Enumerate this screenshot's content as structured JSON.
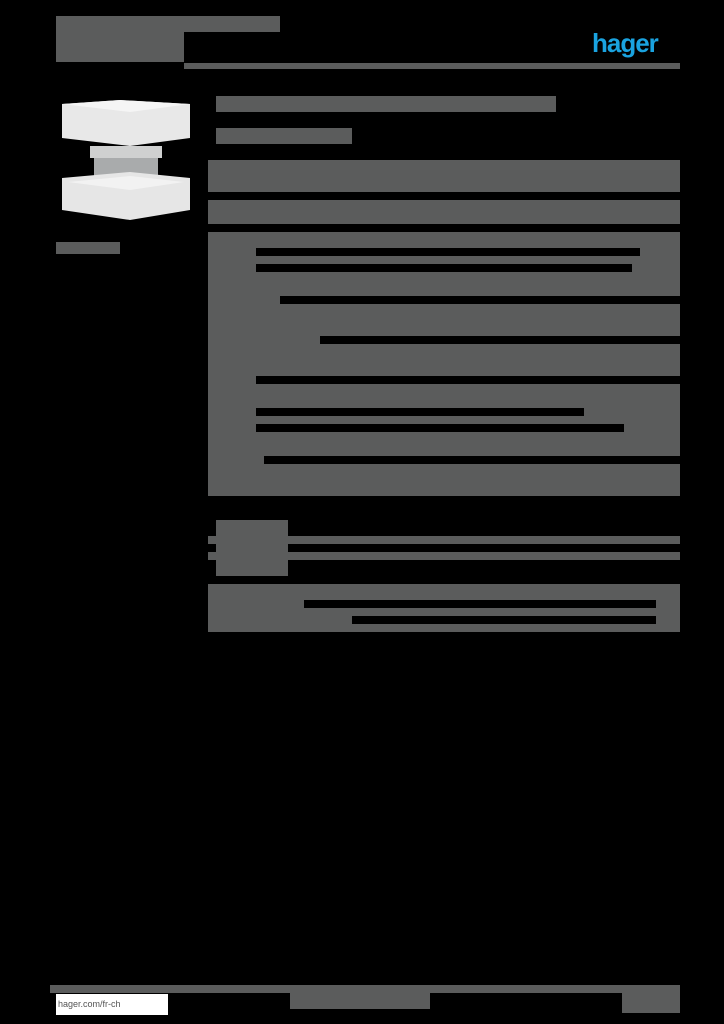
{
  "header": {
    "brand": "hager",
    "brand_color": "#1aa3e0"
  },
  "product": {
    "image": "cable-trunking-corner-piece"
  },
  "footer": {
    "url": "hager.com/fr-ch"
  },
  "note": "All other text in the document is redacted/illegible (rendered as gray blocks)."
}
